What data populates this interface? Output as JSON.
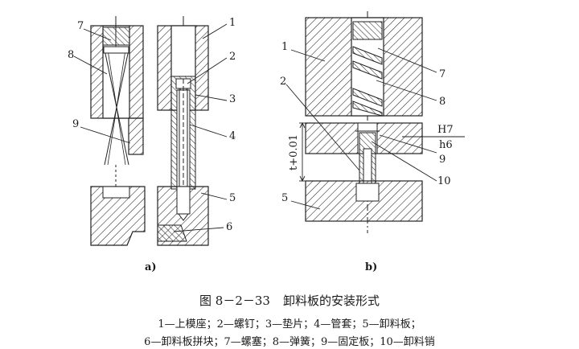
{
  "figure": {
    "panel_labels": {
      "a": "a)",
      "b": "b)"
    },
    "callouts_a": [
      "7",
      "8",
      "9",
      "1",
      "2",
      "3",
      "4",
      "5",
      "6"
    ],
    "callouts_b": [
      "1",
      "2",
      "7",
      "8",
      "9",
      "10",
      "5"
    ],
    "fit_top": "H7",
    "fit_bottom": "h6",
    "dimension": "t+0.01"
  },
  "caption": {
    "number": "图 8－2－33",
    "title": "卸料板的安装形式",
    "line1": "1—上模座；2—螺钉；3—垫片；4—管套；5—卸料板；",
    "line2": "6—卸料板拼块；7—螺塞；8—弹簧；9—固定板；10—卸料销"
  }
}
